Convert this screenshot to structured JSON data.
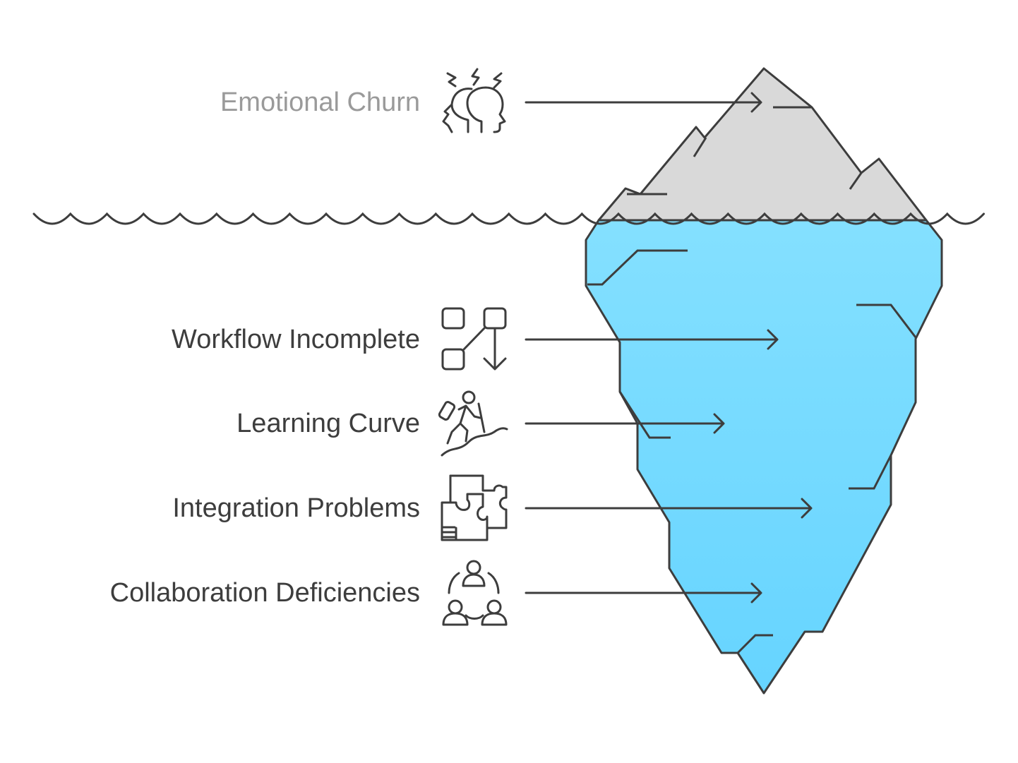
{
  "colors": {
    "above_water_ice": "#d9d9d9",
    "below_water_ice": "#80dfff",
    "above_label_text": "#9a9a9a",
    "below_label_text": "#3d3d3d",
    "line": "#3d3d3d"
  },
  "above_water": {
    "label": "Emotional Churn",
    "icon": "stressed-head-icon"
  },
  "below_water": [
    {
      "label": "Workflow Incomplete",
      "icon": "workflow-diagram-icon"
    },
    {
      "label": "Learning Curve",
      "icon": "hiker-climbing-icon"
    },
    {
      "label": "Integration Problems",
      "icon": "puzzle-pieces-icon"
    },
    {
      "label": "Collaboration Deficiencies",
      "icon": "team-circle-icon"
    }
  ]
}
